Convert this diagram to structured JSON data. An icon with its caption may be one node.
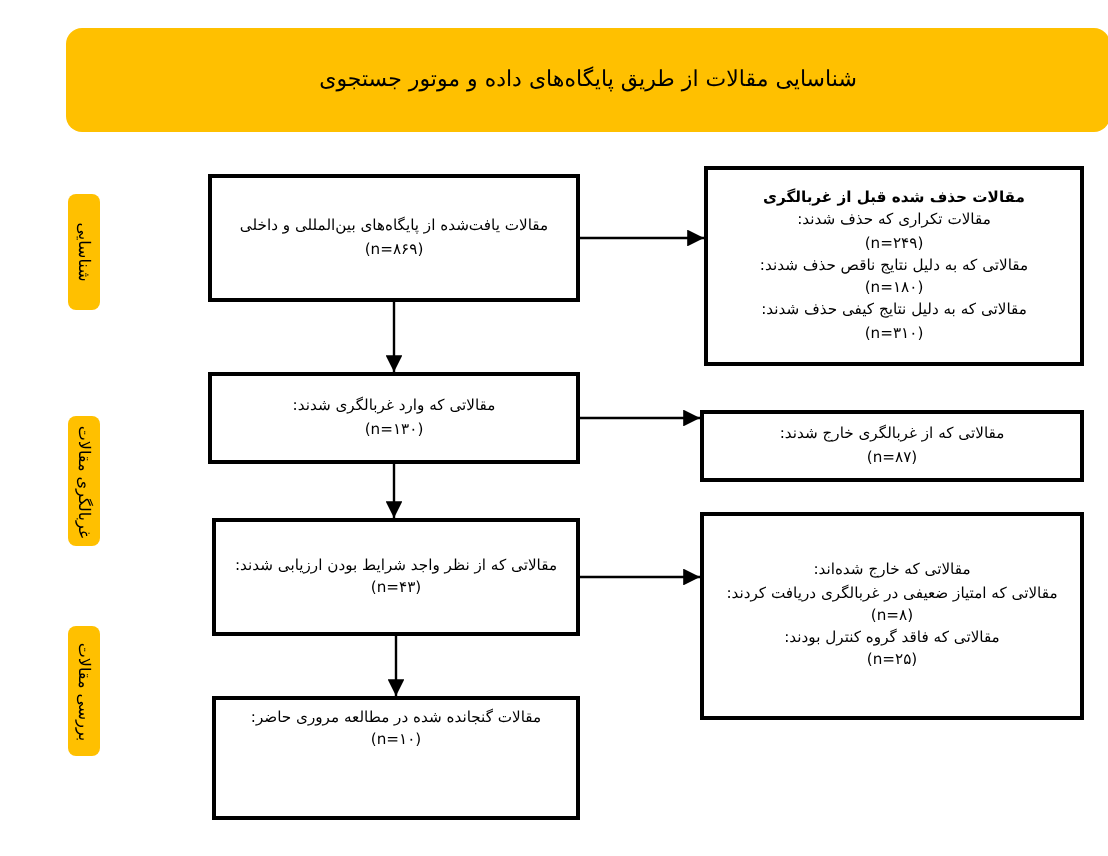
{
  "diagram": {
    "nodes": [
      {
        "text": [
          "شناسایی مقالات از طریق پایگاه‌های داده و موتور جستجوی"
        ]
      },
      {
        "text": [
          "شناسایی"
        ]
      },
      {
        "text": [
          "مقالات یافت‌شده از پایگاه‌های بین‌المللی و داخلی",
          "(n=۸۶۹)"
        ]
      },
      {
        "text": [
          "مقالات حذف شده قبل از غربالگری",
          "مقالات تکراری که حذف شدند:",
          "(n=۲۴۹)",
          "مقالاتی که به دلیل نتایج ناقص حذف شدند:",
          "(n=۱۸۰)",
          "مقالاتی که به دلیل نتایج کیفی حذف شدند:",
          "(n=۳۱۰)"
        ]
      },
      {
        "text": [
          "غربالگری مقالات"
        ]
      },
      {
        "text": [
          "مقالاتی که وارد غربالگری شدند:",
          "(n=۱۳۰)"
        ]
      },
      {
        "text": [
          "مقالاتی که از غربالگری خارج شدند:",
          "(n=۸۷)"
        ]
      },
      {
        "text": [
          "مقالاتی که از نظر واجد شرایط بودن ارزیابی شدند:",
          "(n=۴۳)"
        ]
      },
      {
        "text": [
          "مقالاتی که خارج شده‌اند:",
          "مقالاتی که امتیاز ضعیفی در غربالگری دریافت کردند:",
          "(n=۸)",
          "مقالاتی که فاقد گروه کنترل بودند:",
          "(n=۲۵)"
        ]
      },
      {
        "text": [
          "بررسی مقالات"
        ]
      },
      {
        "text": [
          "مقالات گنجانده شده در مطالعه مروری حاضر:",
          "(n=۱۰)"
        ]
      }
    ],
    "edges": [
      {
        "from": 2,
        "to": 5,
        "arrow": "to"
      },
      {
        "from": 5,
        "to": 7,
        "arrow": "to"
      },
      {
        "from": 7,
        "to": 10,
        "arrow": "to"
      },
      {
        "from": 2,
        "to": 3,
        "arrow": "to"
      },
      {
        "from": 5,
        "to": 6,
        "arrow": "to"
      },
      {
        "from": 7,
        "to": 8,
        "arrow": "to"
      }
    ]
  }
}
